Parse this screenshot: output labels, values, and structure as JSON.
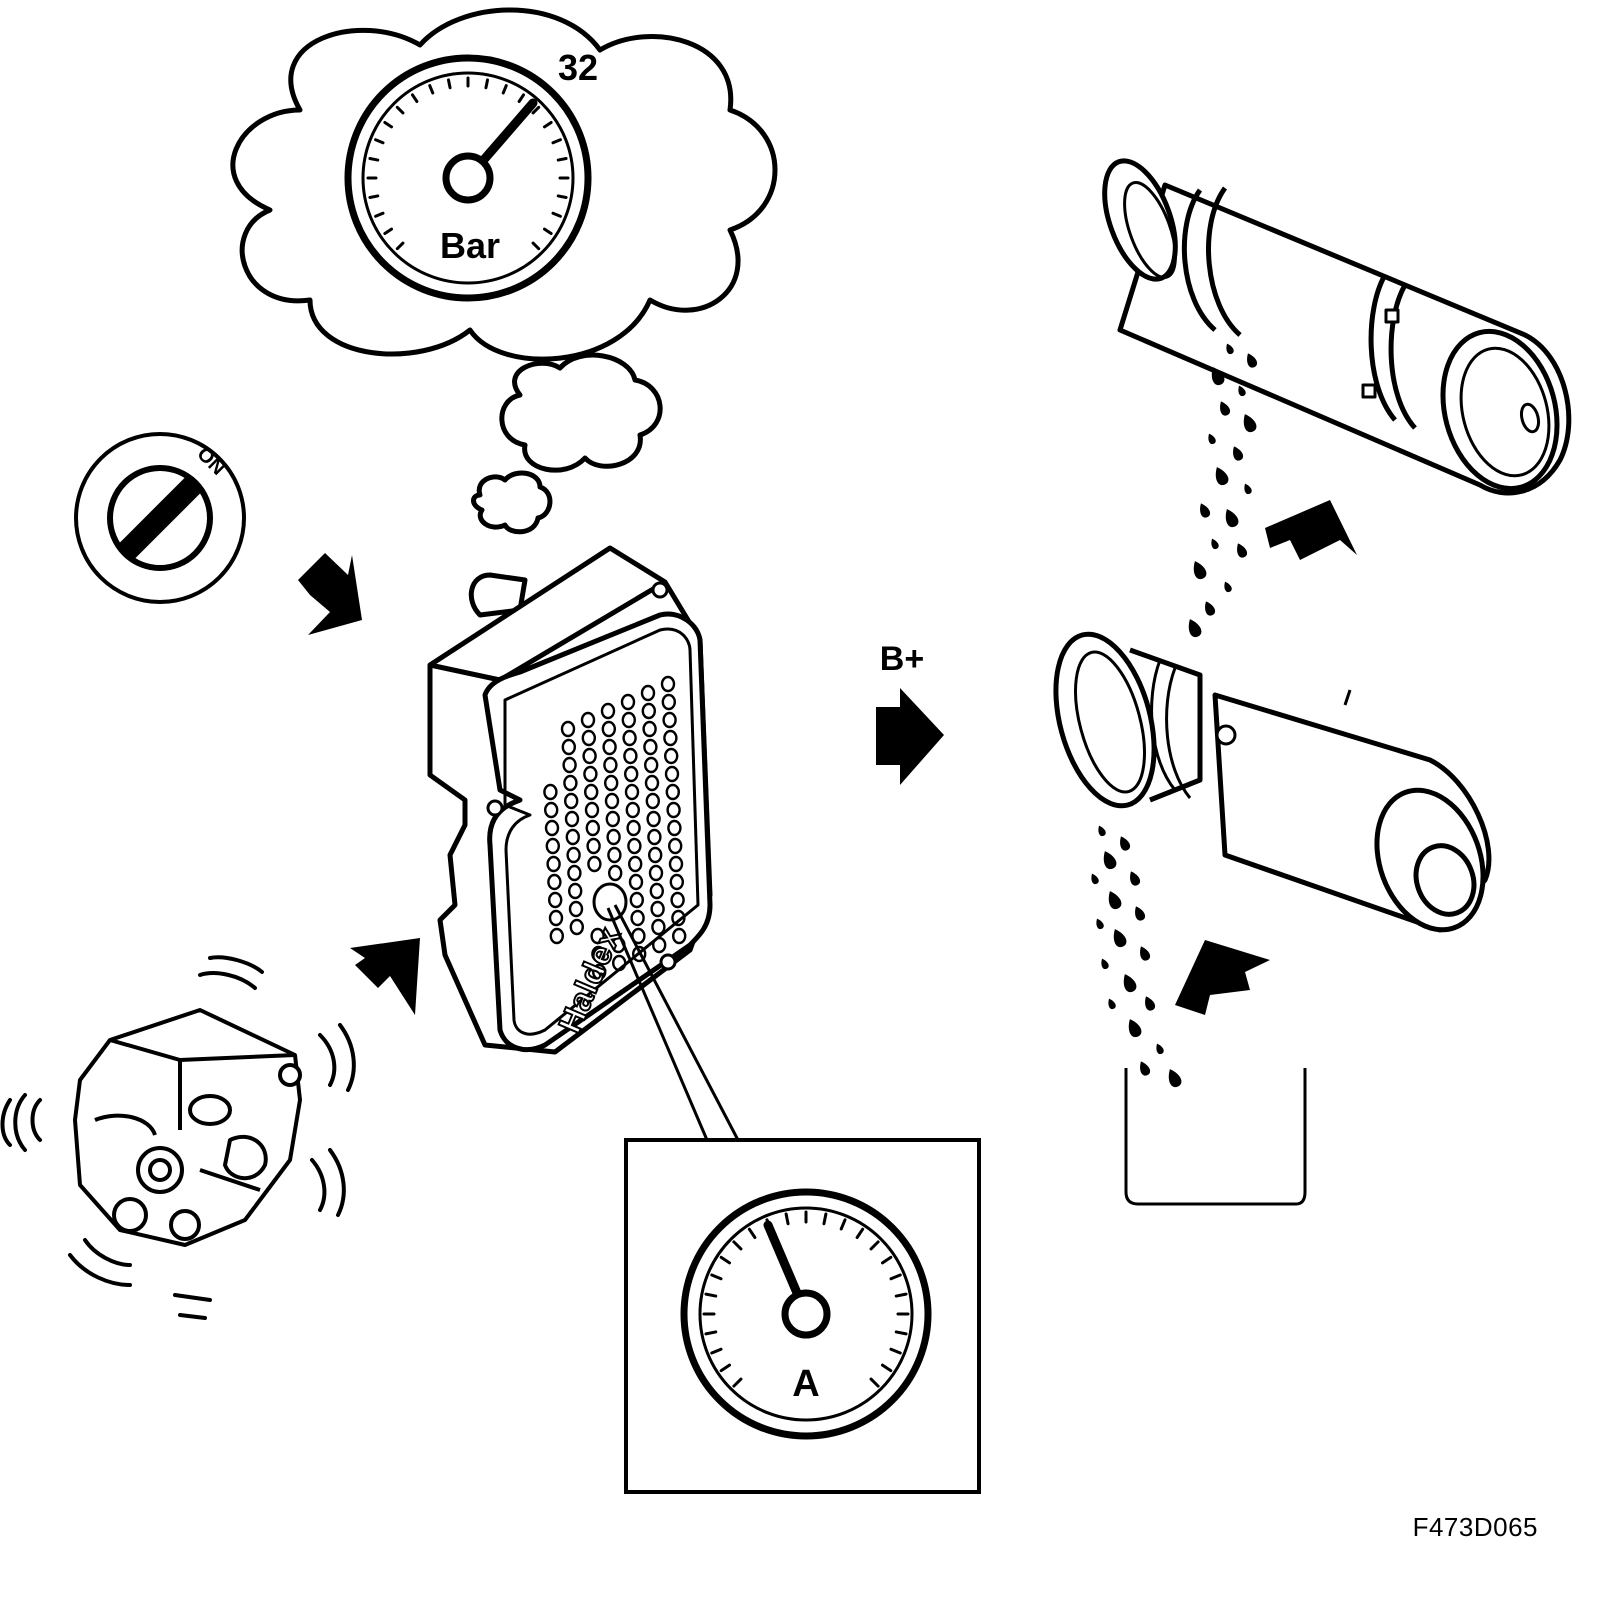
{
  "labels": {
    "pressure_value": "32",
    "pressure_unit": "Bar",
    "ignition_on": "ON",
    "battery_supply": "B+",
    "current_unit": "A",
    "brand_text": "Haldex",
    "figure_code": "F473D065"
  },
  "icons": {
    "ignition": "ignition-key-icon",
    "engine": "engine-icon",
    "control_module": "control-module-icon",
    "pump": "pump-motor-icon",
    "reservoir": "oil-reservoir-icon"
  },
  "colors": {
    "line": "#000000",
    "background": "#ffffff"
  }
}
